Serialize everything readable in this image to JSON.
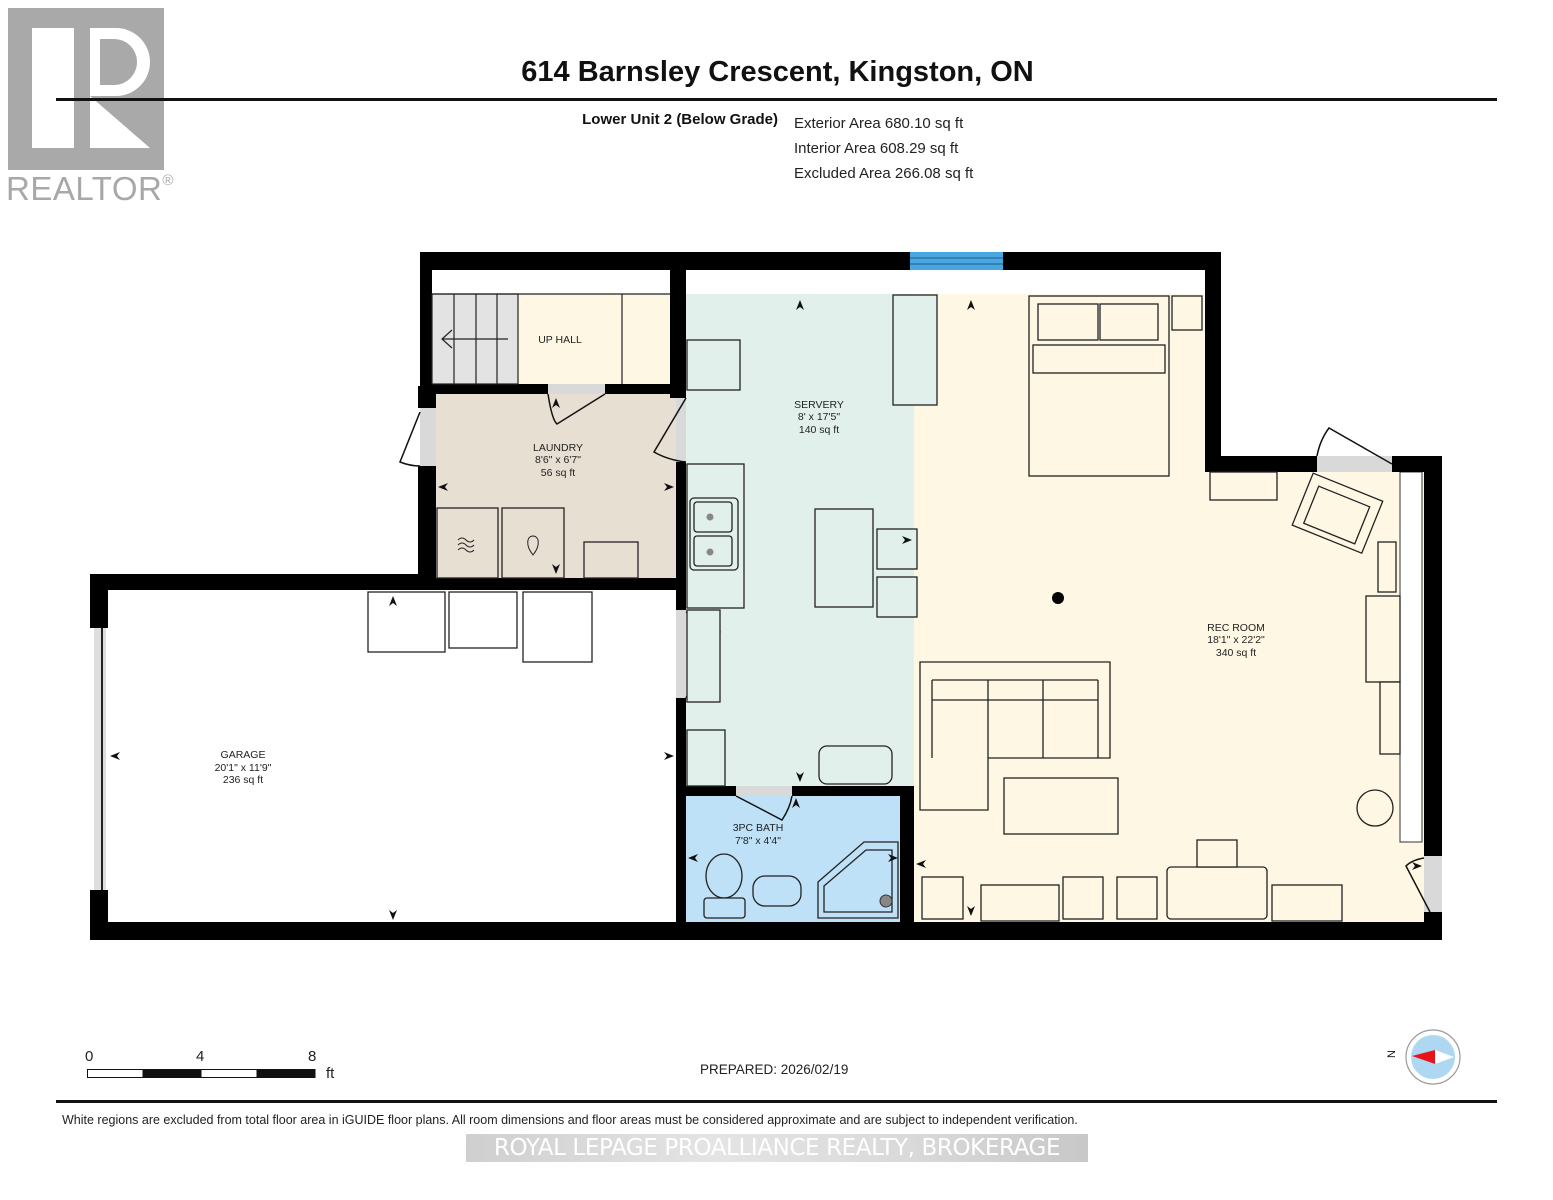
{
  "logo": {
    "name": "REALTOR",
    "mark": "®"
  },
  "header": {
    "title": "614 Barnsley Crescent, Kingston, ON",
    "unit_label": "Lower Unit 2 (Below Grade)",
    "areas": {
      "exterior": "Exterior Area 680.10 sq ft",
      "interior": "Interior Area 608.29 sq ft",
      "excluded": "Excluded Area 266.08 sq ft"
    }
  },
  "colors": {
    "wall": "#000000",
    "laundry_fill": "#e8dfd3",
    "servery_fill": "#e2f0ec",
    "rec_room_fill": "#fdf7e3",
    "hall_fill": "#fdf7e3",
    "bath_fill": "#bfe1f7",
    "stairs_fill": "#e3e3e3",
    "window": "#4aa6de",
    "door_opening": "#d9d9d9",
    "compass_needle": "#e8141b",
    "compass_disk": "#aed8f2"
  },
  "rooms": {
    "up_hall": {
      "name": "UP  HALL"
    },
    "laundry": {
      "name": "LAUNDRY",
      "dims": "8'6\" x 6'7\"",
      "area": "56 sq ft"
    },
    "servery": {
      "name": "SERVERY",
      "dims": "8' x 17'5\"",
      "area": "140 sq ft"
    },
    "rec_room": {
      "name": "REC ROOM",
      "dims": "18'1\" x 22'2\"",
      "area": "340 sq ft"
    },
    "garage": {
      "name": "GARAGE",
      "dims": "20'1\" x 11'9\"",
      "area": "236 sq ft"
    },
    "bath": {
      "name": "3PC BATH",
      "dims": "7'8\" x 4'4\""
    }
  },
  "scale_bar": {
    "ticks": [
      "0",
      "4",
      "8"
    ],
    "unit": "ft"
  },
  "compass": {
    "label": "N"
  },
  "footer": {
    "prepared": "PREPARED: 2026/02/19",
    "disclaimer": "White regions are excluded from total floor area in iGUIDE floor plans. All room dimensions and floor areas must be considered approximate and are subject to independent verification.",
    "watermark": "ROYAL LEPAGE PROALLIANCE REALTY, BROKERAGE"
  }
}
